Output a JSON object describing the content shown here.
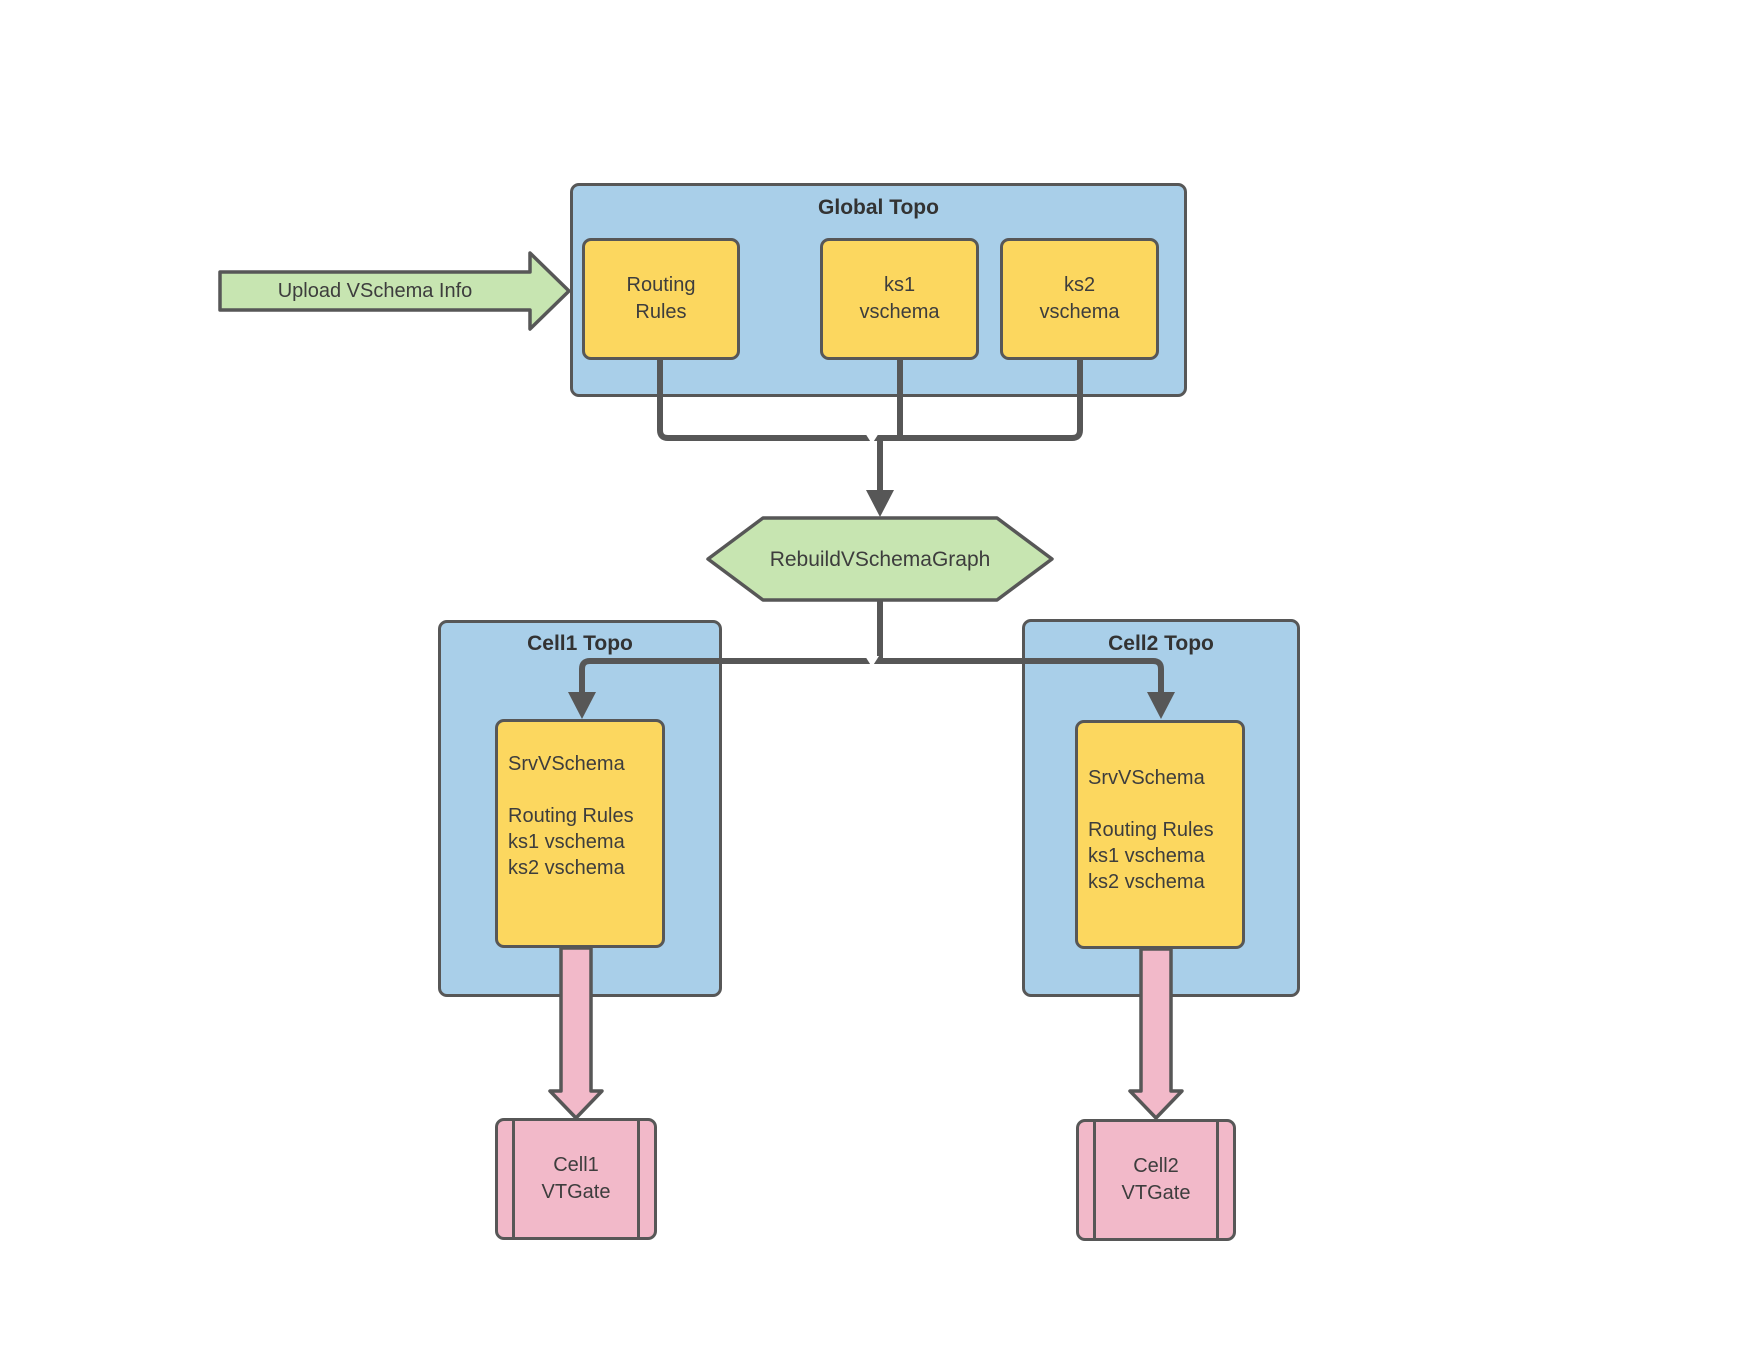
{
  "colors": {
    "blue": "#a9cfe9",
    "yellow": "#fcd75f",
    "green": "#c7e5b1",
    "pink": "#f2b9c9",
    "stroke": "#575757",
    "text": "#3d3d3d",
    "canvas": "#ffffff"
  },
  "upload_arrow": {
    "label": "Upload VSchema Info"
  },
  "global_topo": {
    "title": "Global Topo",
    "routing_rules": {
      "line1": "Routing",
      "line2": "Rules"
    },
    "ks1": {
      "line1": "ks1",
      "line2": "vschema"
    },
    "ks2": {
      "line1": "ks2",
      "line2": "vschema"
    }
  },
  "rebuild_step": {
    "label": "RebuildVSchemaGraph"
  },
  "cell1": {
    "title": "Cell1 Topo",
    "srv_box": {
      "line1": "SrvVSchema",
      "line2": "Routing Rules",
      "line3": "ks1 vschema",
      "line4": "ks2 vschema"
    },
    "vtgate": {
      "line1": "Cell1",
      "line2": "VTGate"
    }
  },
  "cell2": {
    "title": "Cell2 Topo",
    "srv_box": {
      "line1": "SrvVSchema",
      "line2": "Routing Rules",
      "line3": "ks1 vschema",
      "line4": "ks2 vschema"
    },
    "vtgate": {
      "line1": "Cell2",
      "line2": "VTGate"
    }
  }
}
